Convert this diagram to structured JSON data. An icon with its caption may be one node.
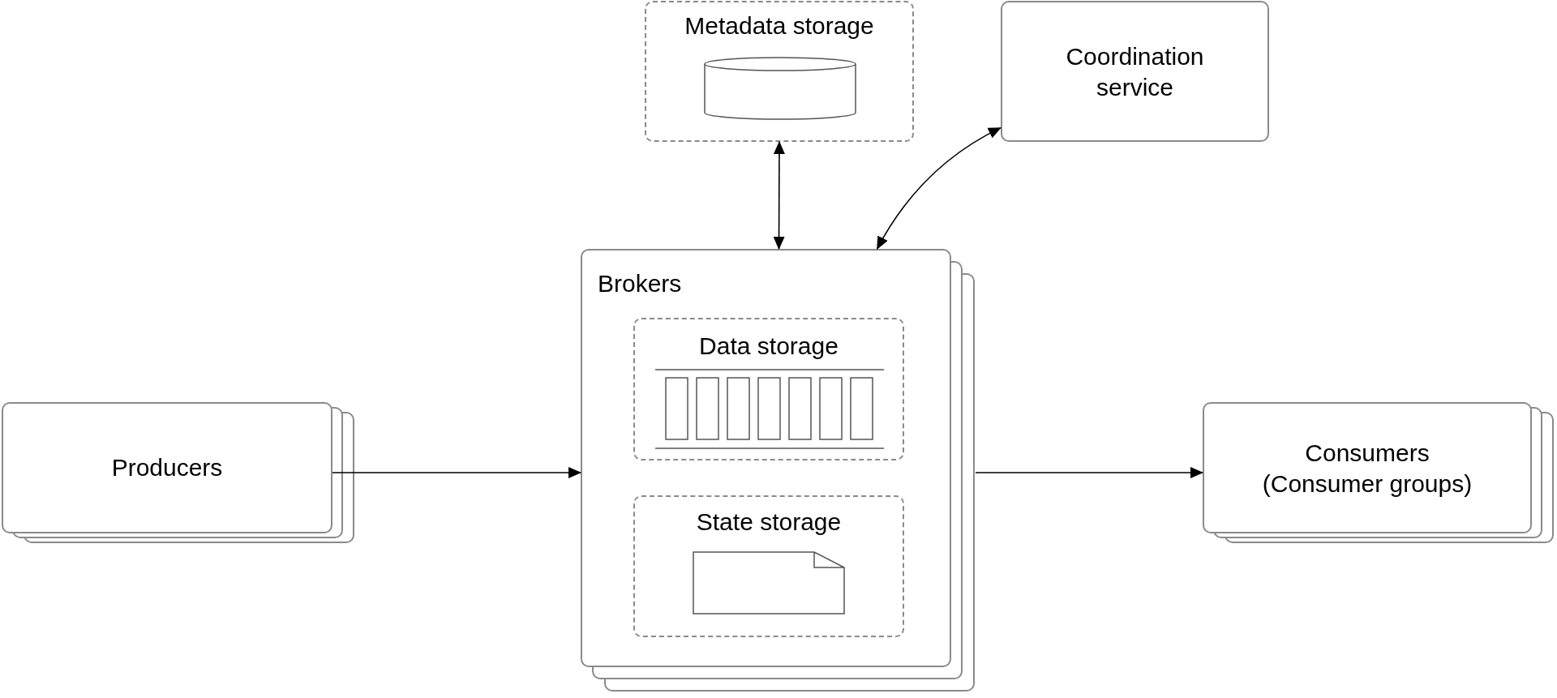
{
  "diagram": {
    "nodes": [
      {
        "text": [
          "Metadata storage"
        ]
      },
      {
        "text": [
          "Coordination service"
        ]
      },
      {
        "text": [
          "Brokers"
        ]
      },
      {
        "text": [
          "Data storage"
        ],
        "in": 2
      },
      {
        "text": [
          "State storage"
        ],
        "in": 2
      },
      {
        "text": [
          "Producers"
        ]
      },
      {
        "text": [
          "Consumers (Consumer groups)"
        ]
      }
    ],
    "edges": [
      {
        "from": 5,
        "to": 2,
        "arrow": "to"
      },
      {
        "from": 2,
        "to": 6,
        "arrow": "to"
      },
      {
        "from": 0,
        "to": 2,
        "arrow": "both"
      },
      {
        "from": 1,
        "to": 2,
        "arrow": "both"
      }
    ]
  }
}
